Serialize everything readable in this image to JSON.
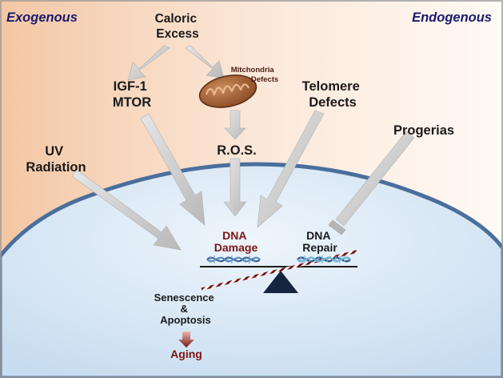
{
  "corners": {
    "left": "Exogenous",
    "right": "Endogenous"
  },
  "sources": {
    "caloric_line1": "Caloric",
    "caloric_line2": "Excess",
    "igf_line1": "IGF-1",
    "igf_line2": "MTOR",
    "mito_line1": "Mitchondria",
    "mito_line2": "Defects",
    "ros": "R.O.S.",
    "telomere_line1": "Telomere",
    "telomere_line2": "Defects",
    "progerias": "Progerias",
    "uv_line1": "UV",
    "uv_line2": "Radiation"
  },
  "balance": {
    "damage_line1": "DNA",
    "damage_line2": "Damage",
    "repair_line1": "DNA",
    "repair_line2": "Repair"
  },
  "outcome": {
    "line1": "Senescence",
    "line2": "&",
    "line3": "Apoptosis",
    "result": "Aging"
  },
  "colors": {
    "background_left": "#f6c9a6",
    "background_right": "#fdf6ef",
    "cell_fill": "#d6e7f6",
    "cell_border": "#4a6f9c",
    "arrow": "#c9c9c9",
    "damage_text": "#7a1414",
    "corner_text": "#1b1b6e",
    "fulcrum": "#152540"
  },
  "icons": {
    "mitochondria": "mitochondria-icon",
    "dna_damaged": "dna-helix-icon",
    "dna_repaired": "dna-helix-icon",
    "fulcrum": "triangle-icon",
    "aging_arrow": "down-arrow-icon",
    "inhibition": "inhibition-bar-icon"
  }
}
